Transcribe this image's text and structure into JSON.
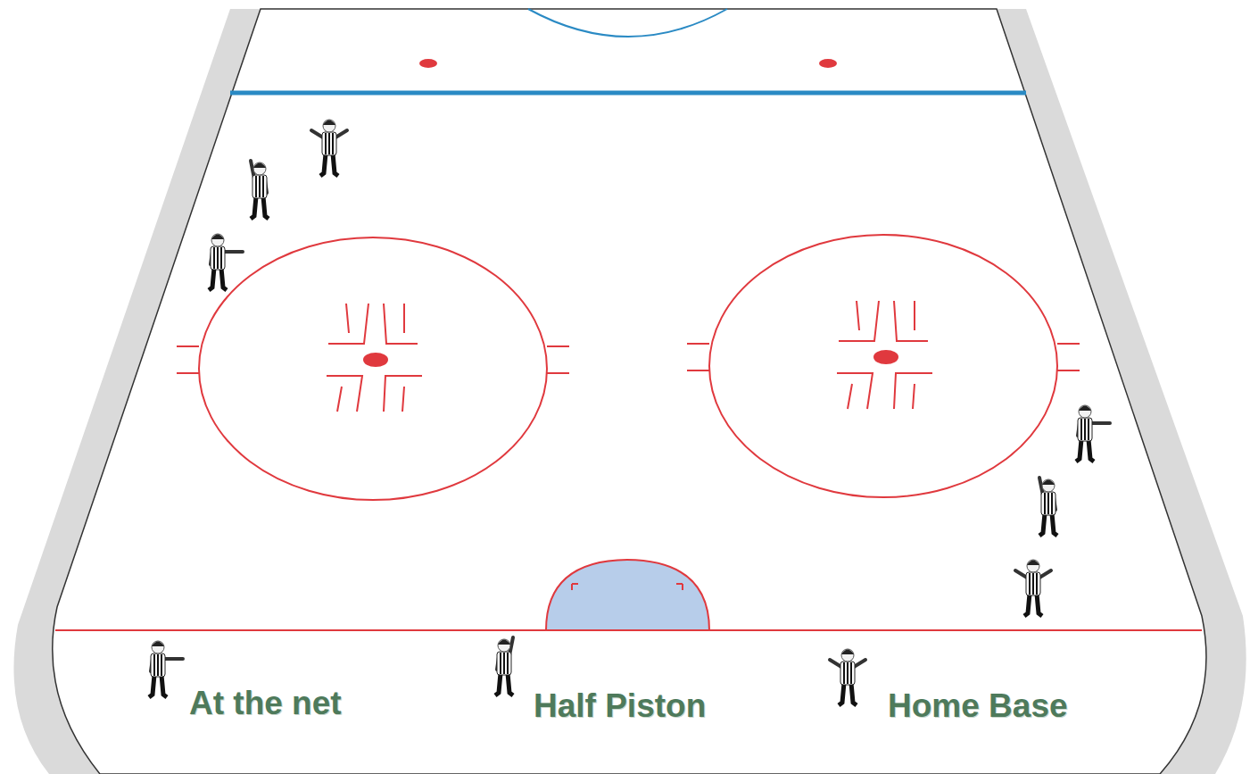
{
  "diagram": {
    "labels": [
      "At the net",
      "Half Piston",
      "Home Base"
    ]
  }
}
